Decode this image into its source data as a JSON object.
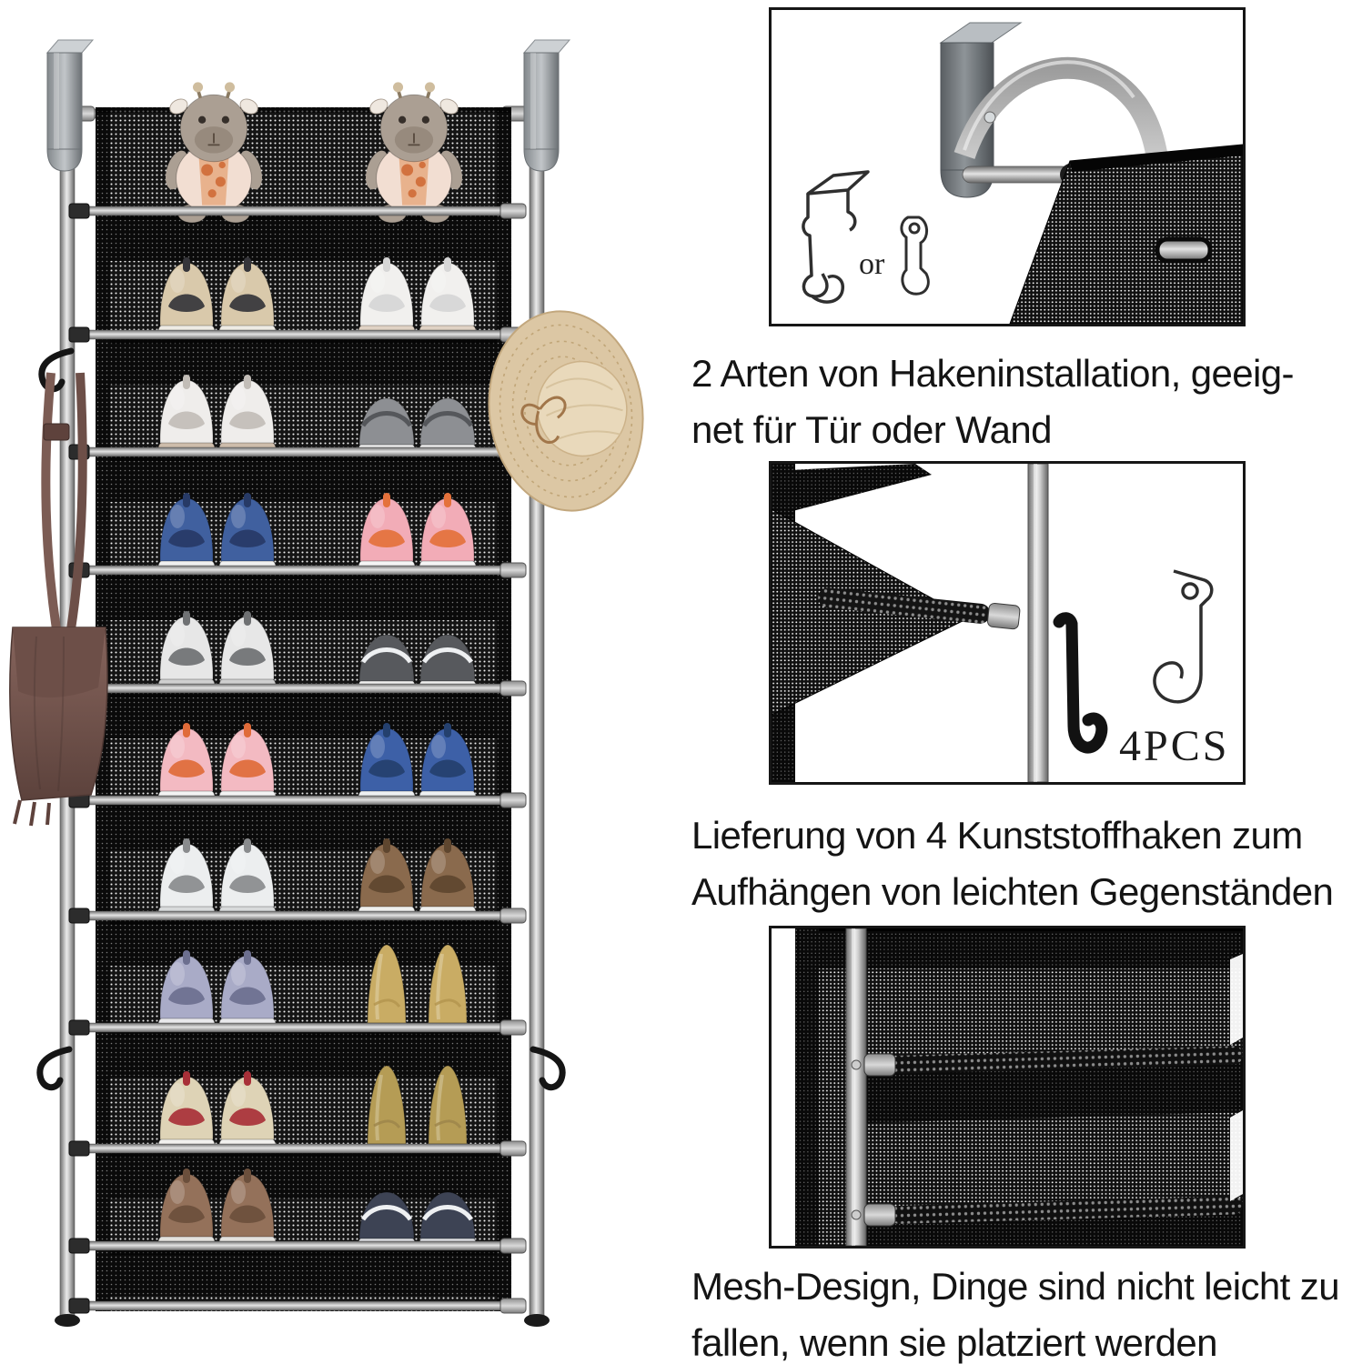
{
  "page": {
    "background": "#ffffff"
  },
  "details": [
    {
      "id": "hook-installation",
      "caption_lines": [
        "2 Arten von Hakeninstallation, geeig-",
        "net für Tür oder Wand"
      ],
      "or_label": "or"
    },
    {
      "id": "plastic-hooks",
      "caption_lines": [
        "Lieferung von 4 Kunststoffhaken zum",
        "Aufhängen von leichten Gegenständen"
      ],
      "pcs_label": "4PCS"
    },
    {
      "id": "mesh-design",
      "caption_lines": [
        "Mesh-Design, Dinge sind nicht leicht zu",
        "fallen, wenn sie platziert werden"
      ]
    }
  ],
  "rack": {
    "colors": {
      "mesh": "#141414",
      "pole": "#c7c7c7",
      "hook": "#151515",
      "hat": "#dcc7a4",
      "bag": "#7d5c54"
    },
    "tiers": [
      {
        "name": "giraffe-plush-pair",
        "left": {
          "type": "plush",
          "item": "giraffe-plush",
          "body": "#ab9f93",
          "muzzle": "#978a7d",
          "vest": "#e8b28d",
          "spots": "#cf6a36"
        },
        "right": {
          "type": "plush",
          "item": "giraffe-plush",
          "body": "#ab9f93",
          "muzzle": "#978a7d",
          "vest": "#e8b28d",
          "spots": "#cf6a36"
        }
      },
      {
        "name": "beige-and-white-sneakers",
        "left": {
          "type": "sneaker",
          "item": "beige-sneakers",
          "upper": "#d9c9ab",
          "sole": "#eeebe4",
          "accent": "#35353a"
        },
        "right": {
          "type": "sneaker",
          "item": "white-sneakers",
          "upper": "#f1f0ee",
          "sole": "#e0d2c4",
          "accent": "#d6d6d6"
        }
      },
      {
        "name": "white-sneakers-and-gray-sliponons",
        "left": {
          "type": "sneaker",
          "item": "white-sneakers",
          "upper": "#efedeb",
          "sole": "#cdbcab",
          "accent": "#c2bdb7"
        },
        "right": {
          "type": "slipon",
          "item": "gray-slip-ons",
          "upper": "#8d8f93",
          "sole": "#ebebeb",
          "accent": "#55575b"
        }
      },
      {
        "name": "blue-and-pink-sneakers",
        "left": {
          "type": "sneaker",
          "item": "blue-sneakers",
          "upper": "#40609f",
          "sole": "#f0f0f0",
          "accent": "#273a66"
        },
        "right": {
          "type": "sneaker",
          "item": "pink-sneakers",
          "upper": "#f2acb7",
          "sole": "#f5f5f5",
          "accent": "#e4713b"
        }
      },
      {
        "name": "white-trainers-and-charcoal-sliponons",
        "left": {
          "type": "sneaker",
          "item": "white-gray-sneakers",
          "upper": "#e7e7e7",
          "sole": "#cfcfcf",
          "accent": "#6f7173"
        },
        "right": {
          "type": "slipon",
          "item": "charcoal-slip-ons",
          "upper": "#57595d",
          "sole": "#f0f0f0",
          "accent": "#eef0f2"
        }
      },
      {
        "name": "pink-and-blue-runners",
        "left": {
          "type": "sneaker",
          "item": "pink-runners",
          "upper": "#f3bac2",
          "sole": "#f3f3f3",
          "accent": "#e06b39"
        },
        "right": {
          "type": "sneaker",
          "item": "blue-runners",
          "upper": "#3d60a7",
          "sole": "#eef0f2",
          "accent": "#24406e"
        }
      },
      {
        "name": "white-and-brown-sneakers",
        "left": {
          "type": "sneaker",
          "item": "white-gray-sneakers",
          "upper": "#eceeef",
          "sole": "#d8dadb",
          "accent": "#898b8d"
        },
        "right": {
          "type": "sneaker",
          "item": "brown-sneakers",
          "upper": "#8a6a4d",
          "sole": "#efefed",
          "accent": "#5e462f"
        }
      },
      {
        "name": "lavender-sneakers-and-tan-heels",
        "left": {
          "type": "sneaker",
          "item": "lavender-sneakers",
          "upper": "#a9abc7",
          "sole": "#e9e9ec",
          "accent": "#6c6f8f"
        },
        "right": {
          "type": "heel",
          "item": "tan-heels",
          "upper": "#c9ac64",
          "sole": "#e8ddc4",
          "accent": "#b3954e"
        }
      },
      {
        "name": "cream-sneakers-and-olive-heels",
        "left": {
          "type": "sneaker",
          "item": "cream-sneakers",
          "upper": "#ded3b6",
          "sole": "#f2f1ee",
          "accent": "#a83038"
        },
        "right": {
          "type": "heel",
          "item": "olive-heels",
          "upper": "#b59c55",
          "sole": "#e6dcc2",
          "accent": "#9c854a"
        }
      },
      {
        "name": "brown-sneakers-and-navy-sliponons",
        "left": {
          "type": "sneaker",
          "item": "brown-sneakers",
          "upper": "#94715a",
          "sole": "#e4e2de",
          "accent": "#6b4f3c"
        },
        "right": {
          "type": "slipon",
          "item": "navy-slip-ons",
          "upper": "#3d4354",
          "sole": "#d9dade",
          "accent": "#eef0f2"
        }
      }
    ]
  }
}
